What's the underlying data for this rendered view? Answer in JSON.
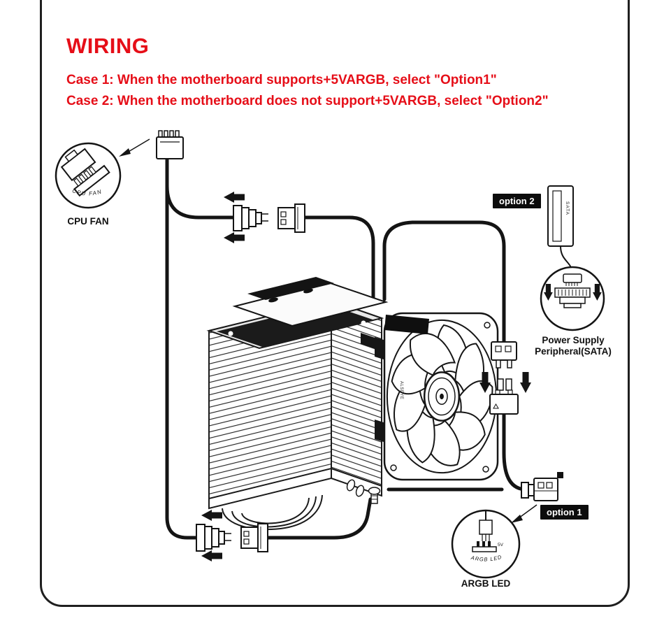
{
  "page": {
    "title": "WIRING",
    "case1": "Case 1: When the motherboard supports+5VARGB, select \"Option1\"",
    "case2": "Case 2: When the motherboard does not support+5VARGB, select \"Option2\""
  },
  "badges": {
    "option1": "option 1",
    "option2": "option 2"
  },
  "labels": {
    "cpu_fan": "CPU FAN",
    "cpu_fan_magnifier": "CPU FAN",
    "power_supply_line1": "Power Supply",
    "power_supply_line2": "Peripheral(SATA)",
    "argb_led": "ARGB LED",
    "argb_led_magnifier": "ARGB LED",
    "sata": "SATA",
    "five_v": "5V",
    "brand": "ALSEYE"
  },
  "colors": {
    "accent_red": "#e60e18",
    "diagram_ink": "#141414",
    "badge_bg": "#0c0c0c"
  }
}
